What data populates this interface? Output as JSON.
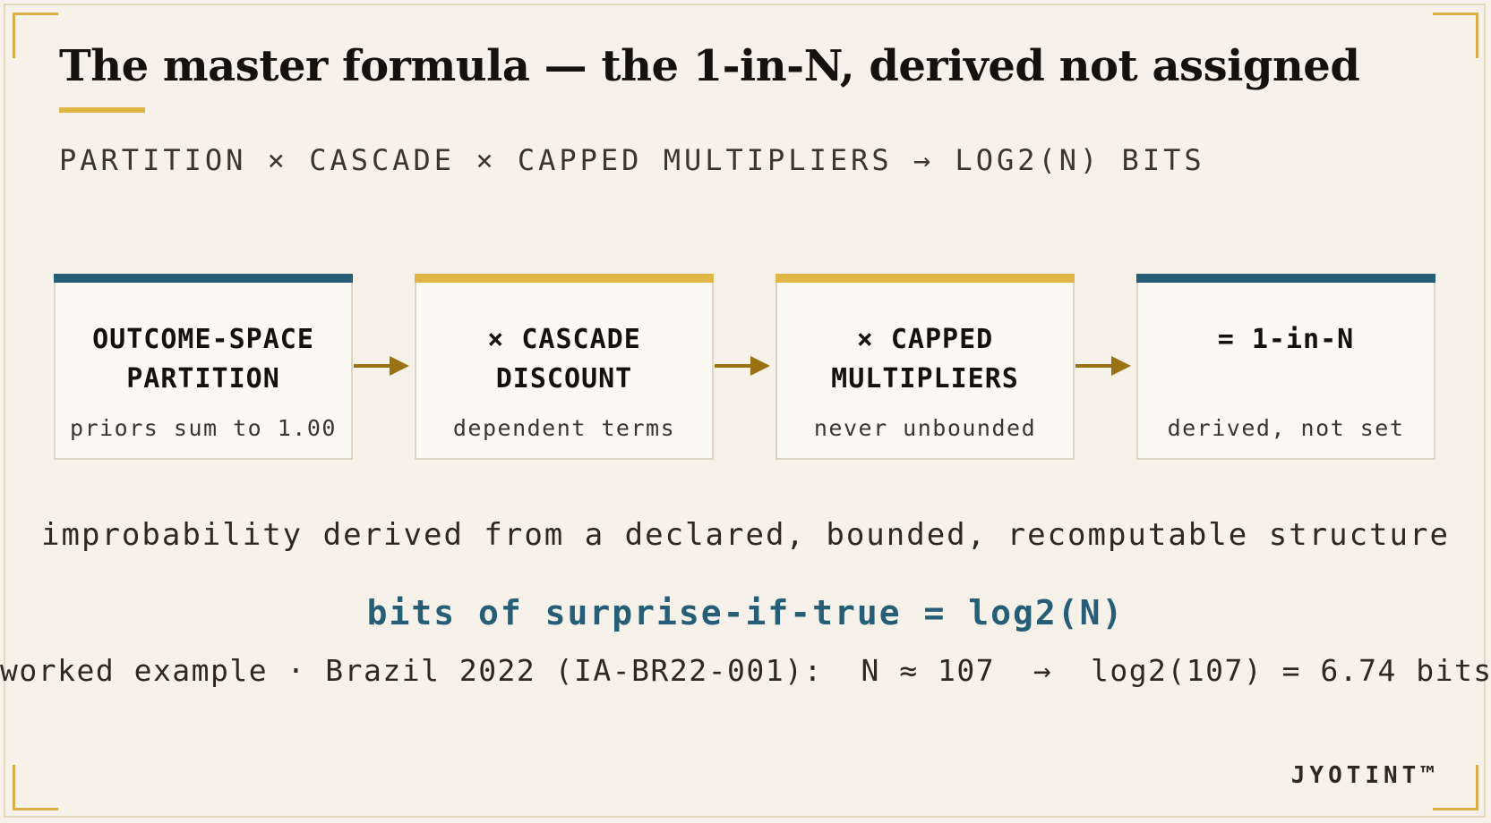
{
  "title": "The master formula — the 1-in-N, derived not assigned",
  "subtitle": "PARTITION × CASCADE × CAPPED MULTIPLIERS → LOG2(N) BITS",
  "steps": [
    {
      "label": "OUTCOME-SPACE\nPARTITION",
      "note": "priors sum to 1.00",
      "accent": "#265d77"
    },
    {
      "label": "× CASCADE\nDISCOUNT",
      "note": "dependent terms",
      "accent": "#e2b646"
    },
    {
      "label": "× CAPPED\nMULTIPLIERS",
      "note": "never unbounded",
      "accent": "#e2b646"
    },
    {
      "label": "= 1-in-N",
      "note": "derived, not set",
      "accent": "#265d77"
    }
  ],
  "statement": "improbability derived from a declared, bounded, recomputable structure",
  "formula": "bits of surprise-if-true = log2(N)",
  "example": "worked example · Brazil 2022 (IA-BR22-001):  N ≈ 107  →  log2(107) = 6.74 bits",
  "brand": "JYOTINT™",
  "colors": {
    "background": "#f6f2e9",
    "blue_accent": "#265d77",
    "gold_accent": "#e2b646",
    "arrow": "#9a7214",
    "formula_text": "#265d77"
  },
  "icons": [
    "arrow-right-icon"
  ]
}
